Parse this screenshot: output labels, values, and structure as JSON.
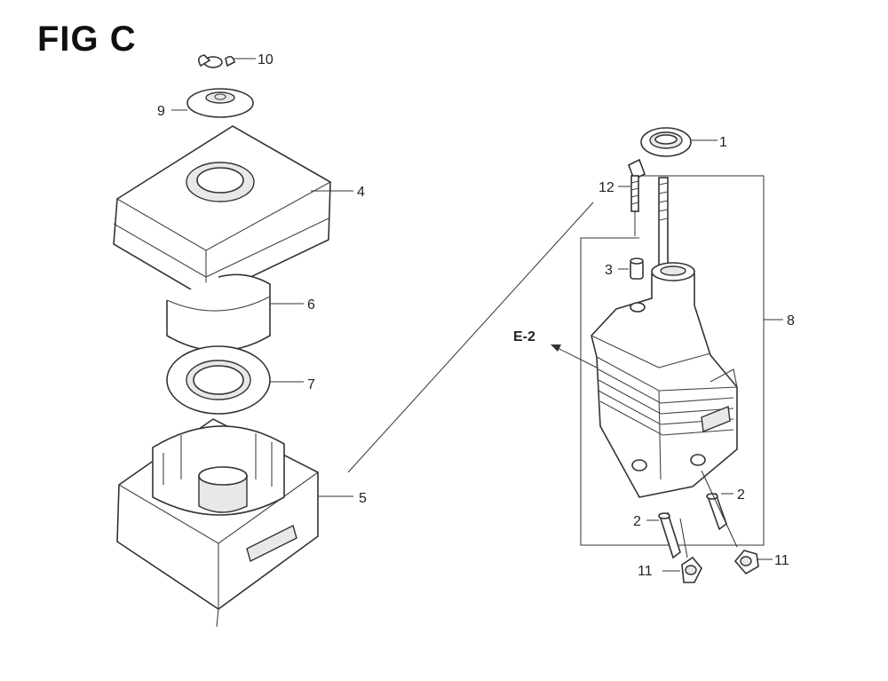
{
  "figure": {
    "title": "FIG C",
    "reference": "E-2"
  },
  "callouts": [
    {
      "id": "p10",
      "label": "10"
    },
    {
      "id": "p9",
      "label": "9"
    },
    {
      "id": "p4",
      "label": "4"
    },
    {
      "id": "p6",
      "label": "6"
    },
    {
      "id": "p7",
      "label": "7"
    },
    {
      "id": "p5",
      "label": "5"
    },
    {
      "id": "p1",
      "label": "1"
    },
    {
      "id": "p12",
      "label": "12"
    },
    {
      "id": "p3",
      "label": "3"
    },
    {
      "id": "p8",
      "label": "8"
    },
    {
      "id": "p2a",
      "label": "2"
    },
    {
      "id": "p2b",
      "label": "2"
    },
    {
      "id": "p11a",
      "label": "11"
    },
    {
      "id": "p11b",
      "label": "11"
    }
  ]
}
